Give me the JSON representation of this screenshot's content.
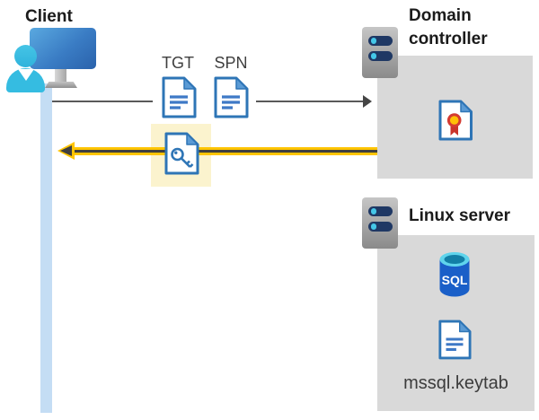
{
  "diagram": {
    "type": "kerberos-authentication-flow",
    "nodes": {
      "client": {
        "label": "Client"
      },
      "domain_controller": {
        "label": "Domain controller"
      },
      "linux_server": {
        "label": "Linux server"
      }
    },
    "flow": {
      "tgt_label": "TGT",
      "spn_label": "SPN",
      "request_direction": "client-to-domain-controller",
      "response_direction": "domain-controller-to-client",
      "response_highlighted": true
    },
    "linux_server_contents": {
      "database_label": "SQL",
      "keytab_file": "mssql.keytab"
    },
    "colors": {
      "doc_blue": "#2E75B6",
      "doc_fold_blue": "#5B9BD5",
      "doc_line_blue": "#3E79C6",
      "highlight_bg": "#FBF3CE",
      "arrow_yellow": "#FFC400",
      "arrow_dark": "#3F3F3F",
      "arrow_gray": "#595959",
      "node_box_gray": "#D9D9D9",
      "timeline_blue": "#C4DDF4",
      "sql_body_blue": "#1A5FC8",
      "seal_yellow": "#FFC107",
      "seal_red": "#D43B31",
      "server_bar_navy": "#1F3864",
      "server_dot_cyan": "#45C7E8"
    }
  }
}
